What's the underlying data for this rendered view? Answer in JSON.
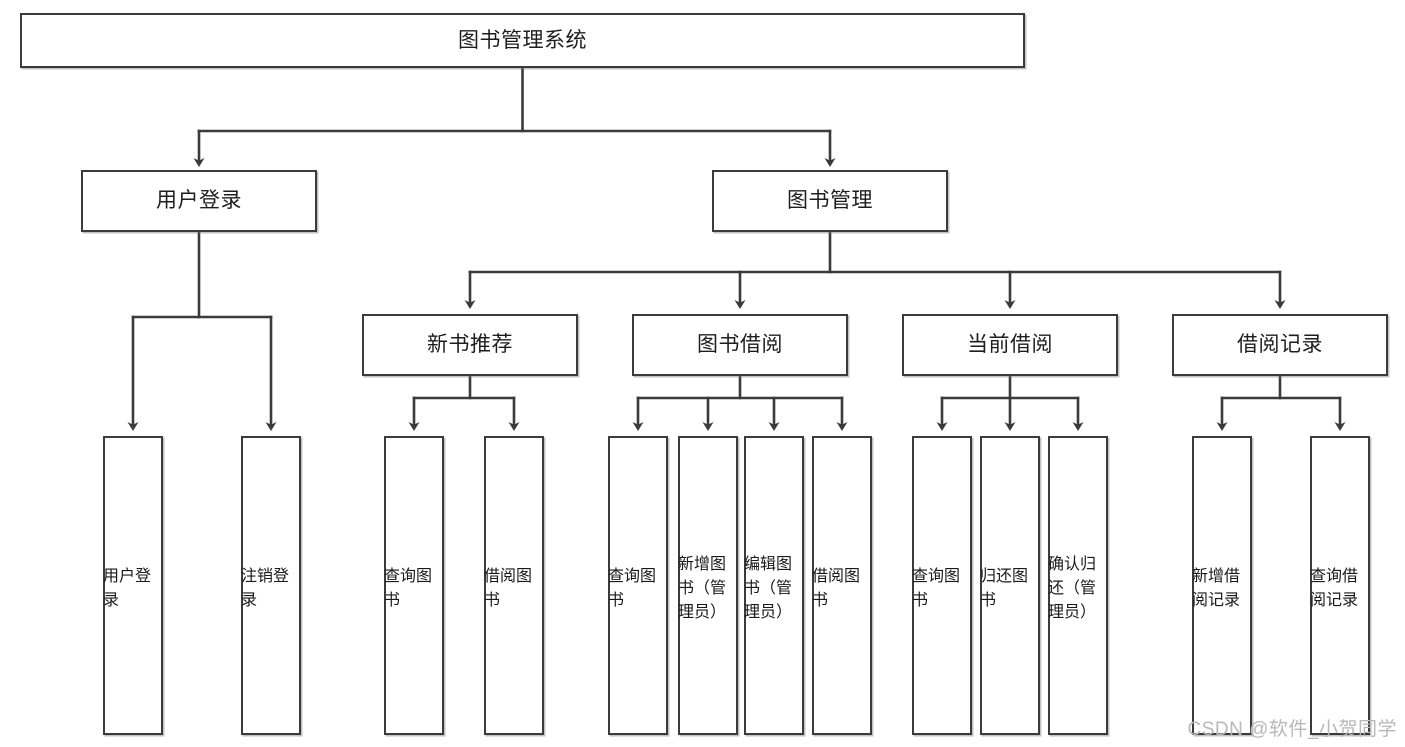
{
  "diagram": {
    "title": "图书管理系统",
    "watermark": "CSDN @软件_小贺同学",
    "accent_color": "#3b3b3b",
    "background_color": "#ffffff",
    "text_color": "#1e1e1e",
    "root": {
      "label": "图书管理系统"
    },
    "level2": [
      {
        "label": "用户登录"
      },
      {
        "label": "图书管理"
      }
    ],
    "level3": [
      {
        "label": "新书推荐"
      },
      {
        "label": "图书借阅"
      },
      {
        "label": "当前借阅"
      },
      {
        "label": "借阅记录"
      }
    ],
    "leaves": {
      "user_login": [
        {
          "label": "用户登录"
        },
        {
          "label": "注销登录"
        }
      ],
      "new_book": [
        {
          "label": "查询图书"
        },
        {
          "label": "借阅图书"
        }
      ],
      "book_borrow": [
        {
          "label": "查询图书"
        },
        {
          "label": "新增图书（管理员）"
        },
        {
          "label": "编辑图书（管理员）"
        },
        {
          "label": "借阅图书"
        }
      ],
      "current_borrow": [
        {
          "label": "查询图书"
        },
        {
          "label": "归还图书"
        },
        {
          "label": "确认归还（管理员）"
        }
      ],
      "borrow_record": [
        {
          "label": "新增借阅记录"
        },
        {
          "label": "查询借阅记录"
        }
      ]
    }
  }
}
